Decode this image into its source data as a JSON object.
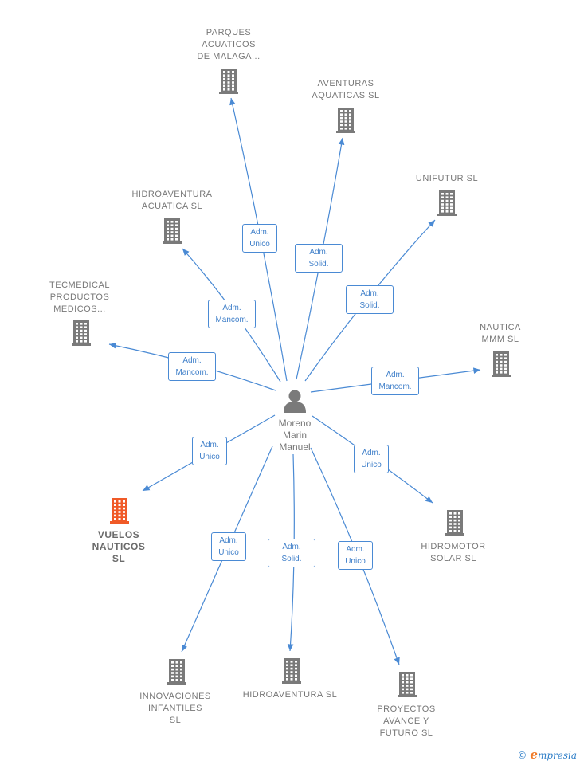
{
  "colors": {
    "edge": "#4a8ad4",
    "node": "#7a7a7a",
    "highlight": "#f05a28"
  },
  "center": {
    "name_lines": [
      "Moreno",
      "Marin",
      "Manuel"
    ],
    "icon": "person-icon"
  },
  "nodes": [
    {
      "id": "parques",
      "lines": [
        "PARQUES",
        "ACUATICOS",
        "DE MALAGA..."
      ],
      "role_lines": [
        "Adm.",
        "Unico"
      ],
      "highlight": false
    },
    {
      "id": "aventuras",
      "lines": [
        "AVENTURAS",
        "AQUATICAS  SL"
      ],
      "role_lines": [
        "Adm.",
        "Solid."
      ],
      "highlight": false
    },
    {
      "id": "unifutur",
      "lines": [
        "UNIFUTUR  SL"
      ],
      "role_lines": [
        "Adm.",
        "Solid."
      ],
      "highlight": false
    },
    {
      "id": "hidroaventura-acuatica",
      "lines": [
        "HIDROAVENTURA",
        "ACUATICA  SL"
      ],
      "role_lines": [
        "Adm.",
        "Mancom."
      ],
      "highlight": false
    },
    {
      "id": "tecmedical",
      "lines": [
        "TECMEDICAL",
        "PRODUCTOS",
        "MEDICOS..."
      ],
      "role_lines": [
        "Adm.",
        "Mancom."
      ],
      "highlight": false
    },
    {
      "id": "nautica-mmm",
      "lines": [
        "NAUTICA",
        "MMM  SL"
      ],
      "role_lines": [
        "Adm.",
        "Mancom."
      ],
      "highlight": false
    },
    {
      "id": "vuelos-nauticos",
      "lines": [
        "VUELOS",
        "NAUTICOS",
        "SL"
      ],
      "role_lines": [
        "Adm.",
        "Unico"
      ],
      "highlight": true
    },
    {
      "id": "hidromotor-solar",
      "lines": [
        "HIDROMOTOR",
        "SOLAR SL"
      ],
      "role_lines": [
        "Adm.",
        "Unico"
      ],
      "highlight": false
    },
    {
      "id": "innovaciones-infantiles",
      "lines": [
        "INNOVACIONES",
        "INFANTILES",
        "SL"
      ],
      "role_lines": [
        "Adm.",
        "Unico"
      ],
      "highlight": false
    },
    {
      "id": "hidroaventura",
      "lines": [
        "HIDROAVENTURA SL"
      ],
      "role_lines": [
        "Adm.",
        "Solid."
      ],
      "highlight": false
    },
    {
      "id": "proyectos-avance",
      "lines": [
        "PROYECTOS",
        "AVANCE Y",
        "FUTURO  SL"
      ],
      "role_lines": [
        "Adm.",
        "Unico"
      ],
      "highlight": false
    }
  ],
  "brand": {
    "copyright": "©",
    "initial": "e",
    "rest": "mpresia"
  }
}
